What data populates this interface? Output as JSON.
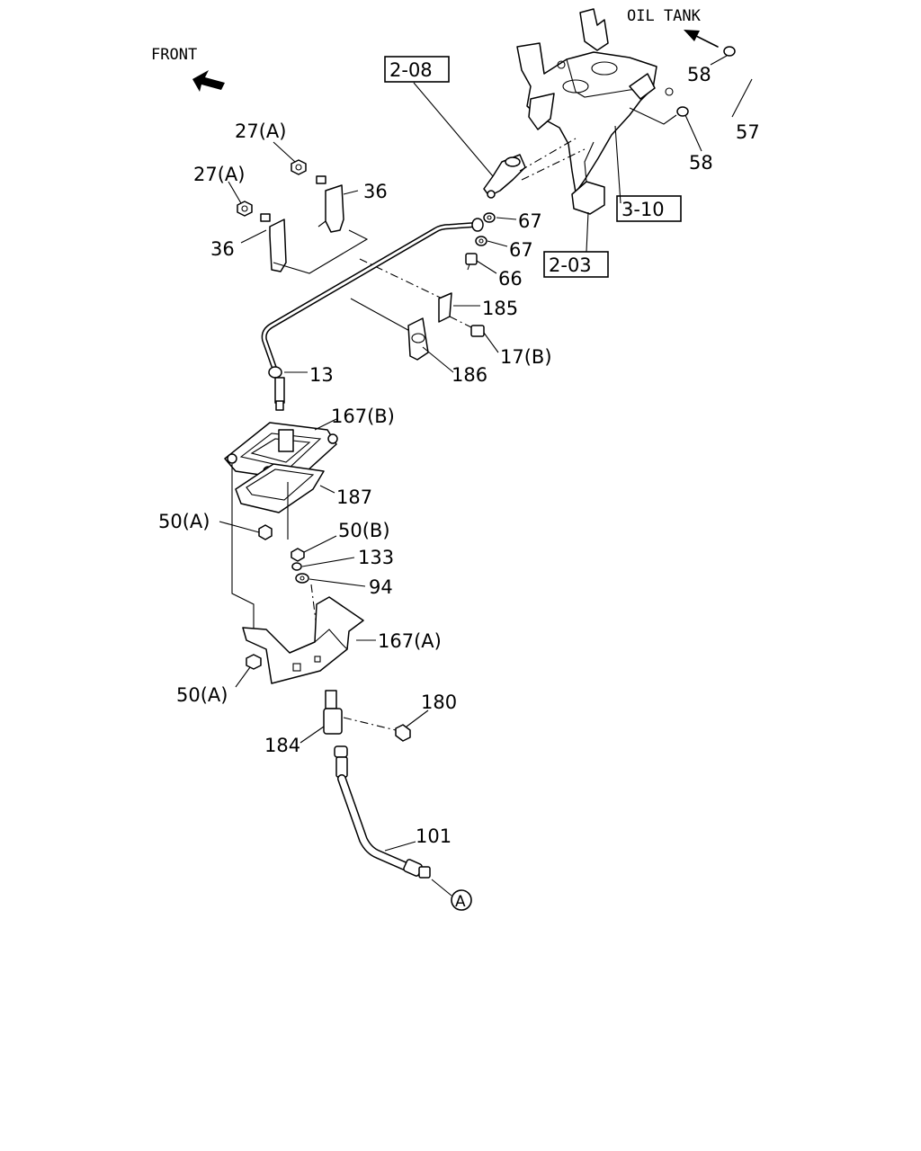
{
  "header": {
    "front_label": "FRONT",
    "oil_tank_label": "OIL TANK"
  },
  "refs": {
    "ref_2_08": "2-08",
    "ref_3_10": "3-10",
    "ref_2_03": "2-03"
  },
  "callouts": {
    "c58_top": "58",
    "c58_bottom": "58",
    "c57": "57",
    "c27a_top": "27(A)",
    "c27a_left": "27(A)",
    "c36_right": "36",
    "c36_left": "36",
    "c67_top": "67",
    "c67_bottom": "67",
    "c66": "66",
    "c185": "185",
    "c17b": "17(B)",
    "c186": "186",
    "c13": "13",
    "c167b": "167(B)",
    "c187": "187",
    "c50a_top": "50(A)",
    "c50b": "50(B)",
    "c133": "133",
    "c94": "94",
    "c167a": "167(A)",
    "c50a_bottom": "50(A)",
    "c180": "180",
    "c184": "184",
    "c101": "101",
    "circle_a": "A"
  }
}
